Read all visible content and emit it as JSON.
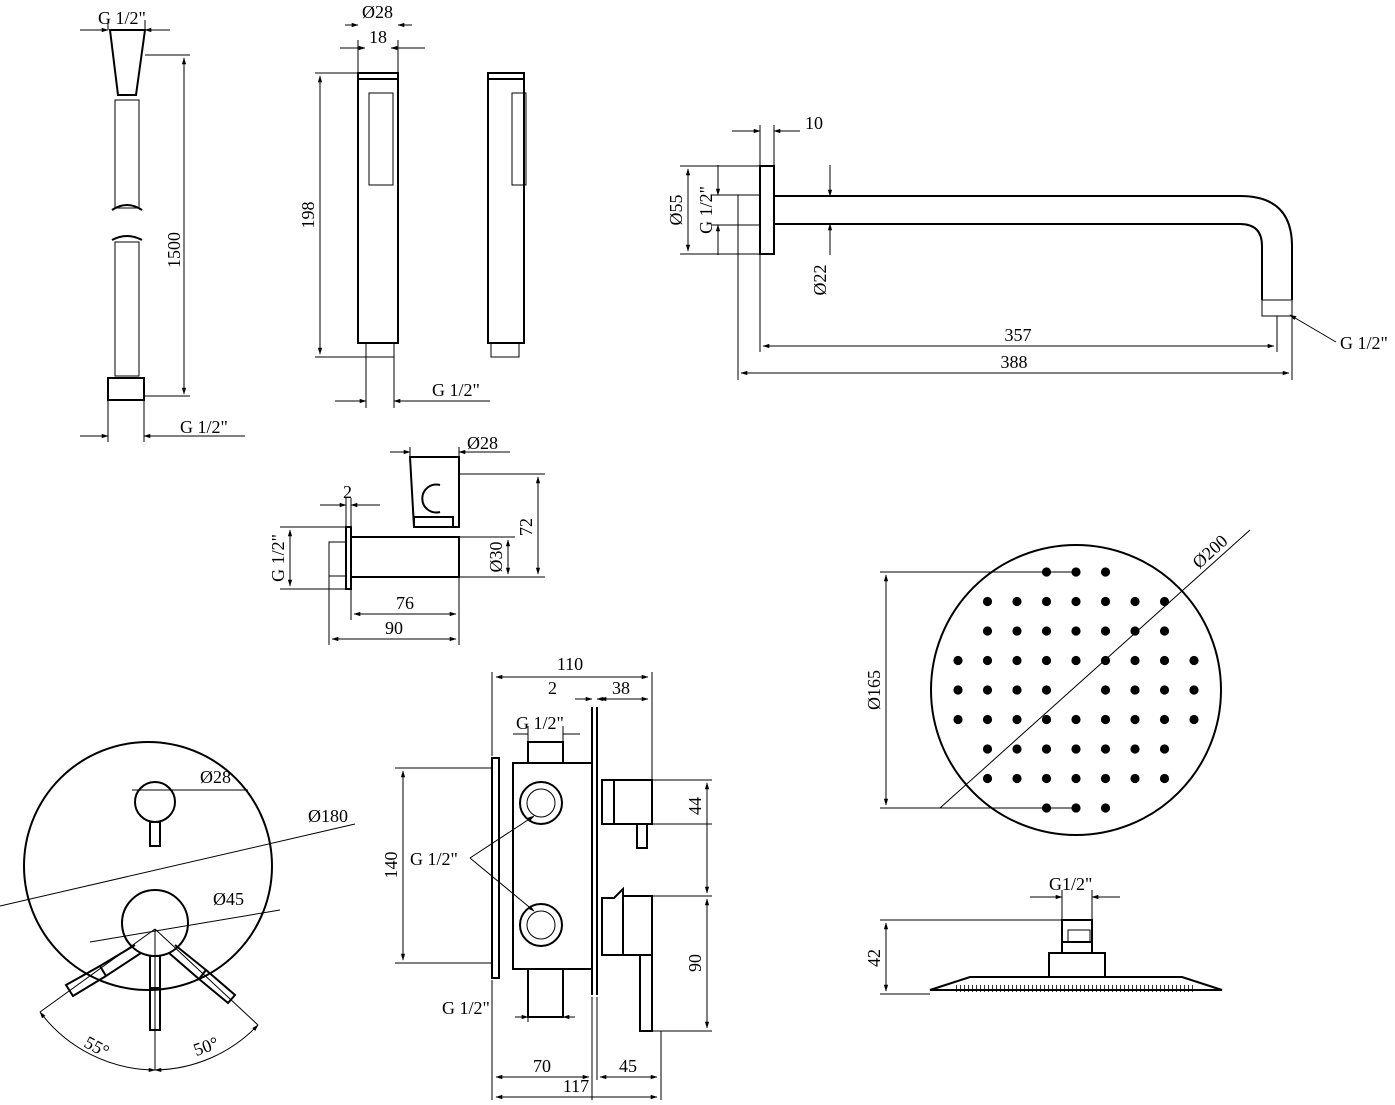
{
  "hose": {
    "thread_top": "G 1/2\"",
    "length": "1500",
    "thread_bottom": "G 1/2\""
  },
  "hand_shower": {
    "diameter": "Ø28",
    "width": "18",
    "length": "198",
    "thread": "G 1/2\""
  },
  "shower_arm": {
    "flange_thickness": "10",
    "flange_diameter": "Ø55",
    "thread_in": "G 1/2\"",
    "pipe_diameter": "Ø22",
    "length_inner": "357",
    "length_total": "388",
    "thread_out": "G 1/2\""
  },
  "wall_outlet": {
    "holder_diameter": "Ø28",
    "flange_thickness": "2",
    "height": "72",
    "body_diameter": "Ø30",
    "thread": "G 1/2\"",
    "body_length": "76",
    "total_length": "90"
  },
  "mixer_front": {
    "lever_diameter": "Ø28",
    "plate_diameter": "Ø180",
    "knob_diameter": "Ø45",
    "angle_left": "55°",
    "angle_right": "50°"
  },
  "mixer_side": {
    "depth_total": "110",
    "plate_thickness": "2",
    "handle_depth": "38",
    "thread_top": "G 1/2\"",
    "outlets": "G 1/2\"",
    "height": "140",
    "upper_offset": "44",
    "lower_offset": "90",
    "thread_bottom": "G 1/2\"",
    "body_depth": "70",
    "trim_depth": "45",
    "overall_depth": "117"
  },
  "rain_head": {
    "diameter": "Ø200",
    "inner_diameter": "Ø165",
    "thread": "G1/2\"",
    "height": "42"
  }
}
